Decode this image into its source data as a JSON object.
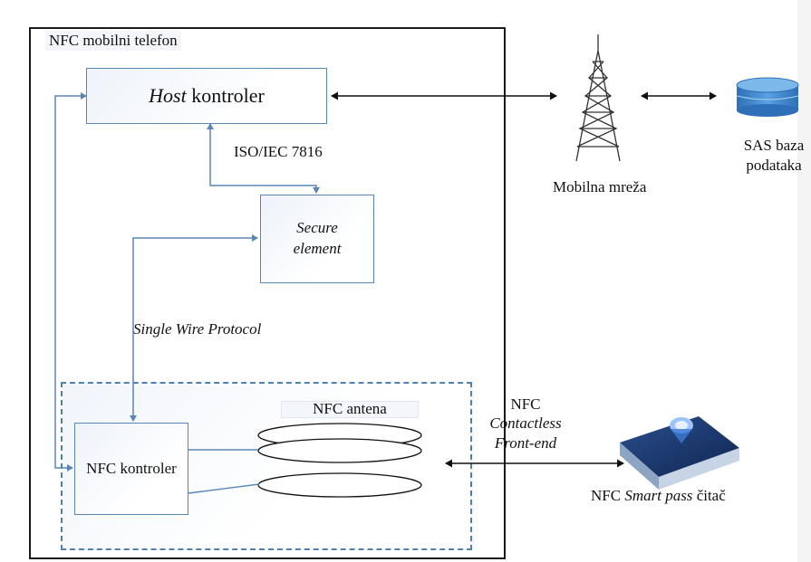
{
  "phone": {
    "label": "NFC mobilni telefon"
  },
  "host_controller": {
    "italic": "Host",
    "rest": " kontroler"
  },
  "iso_label": "ISO/IEC 7816",
  "secure_element": {
    "line1": "Secure",
    "line2": "element"
  },
  "swp_label": "Single Wire Protocol",
  "nfc_controller": "NFC kontroler",
  "antenna_label": "NFC antena",
  "contactless": {
    "line1": "NFC",
    "line2": "Contactless",
    "line3": "Front-end"
  },
  "network_label": "Mobilna mreža",
  "database": {
    "line1": "SAS baza",
    "line2": "podataka"
  },
  "reader": {
    "prefix": "NFC ",
    "italic": "Smart pass",
    "suffix": " čitač"
  },
  "colors": {
    "connector": "#5a86b3",
    "database": "#3d85c8",
    "tower": "#333333",
    "reader_top": "#1e3e7a",
    "reader_body": "#c7d4e5"
  }
}
